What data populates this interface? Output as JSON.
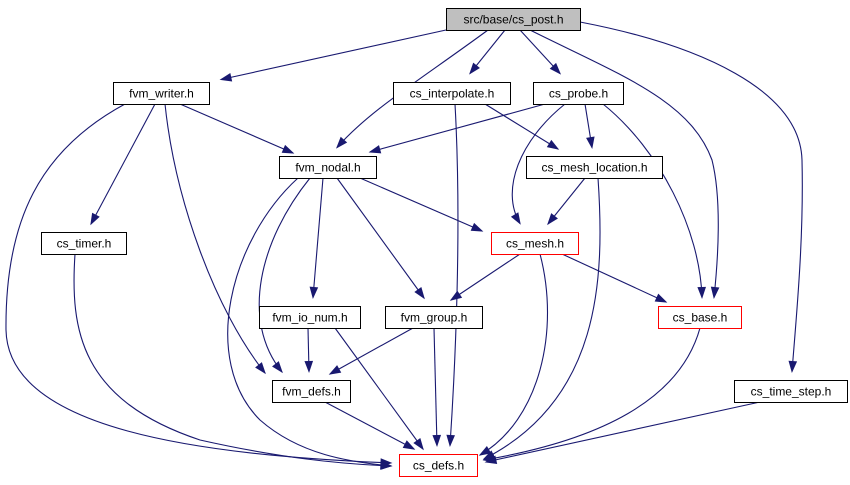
{
  "graph": {
    "title": "src/base/cs_post.h",
    "colors": {
      "edge": "#191970",
      "root_fill": "#bfbfbf",
      "normal_border": "#000000",
      "highlight_border": "#ff0000",
      "node_fill": "#ffffff"
    },
    "nodes": {
      "cs_post": {
        "label": "src/base/cs_post.h",
        "style": "root"
      },
      "fvm_writer": {
        "label": "fvm_writer.h",
        "style": "normal"
      },
      "cs_interpolate": {
        "label": "cs_interpolate.h",
        "style": "normal"
      },
      "cs_probe": {
        "label": "cs_probe.h",
        "style": "normal"
      },
      "fvm_nodal": {
        "label": "fvm_nodal.h",
        "style": "normal"
      },
      "cs_mesh_location": {
        "label": "cs_mesh_location.h",
        "style": "normal"
      },
      "cs_timer": {
        "label": "cs_timer.h",
        "style": "normal"
      },
      "cs_mesh": {
        "label": "cs_mesh.h",
        "style": "highlight"
      },
      "fvm_io_num": {
        "label": "fvm_io_num.h",
        "style": "normal"
      },
      "fvm_group": {
        "label": "fvm_group.h",
        "style": "normal"
      },
      "cs_base": {
        "label": "cs_base.h",
        "style": "highlight"
      },
      "fvm_defs": {
        "label": "fvm_defs.h",
        "style": "normal"
      },
      "cs_time_step": {
        "label": "cs_time_step.h",
        "style": "normal"
      },
      "cs_defs": {
        "label": "cs_defs.h",
        "style": "highlight"
      }
    },
    "edges": [
      {
        "from": "cs_post",
        "to": "fvm_writer"
      },
      {
        "from": "cs_post",
        "to": "cs_interpolate"
      },
      {
        "from": "cs_post",
        "to": "cs_probe"
      },
      {
        "from": "cs_post",
        "to": "fvm_nodal"
      },
      {
        "from": "cs_post",
        "to": "cs_base"
      },
      {
        "from": "cs_post",
        "to": "cs_time_step"
      },
      {
        "from": "fvm_writer",
        "to": "fvm_nodal"
      },
      {
        "from": "fvm_writer",
        "to": "cs_timer"
      },
      {
        "from": "fvm_writer",
        "to": "fvm_defs"
      },
      {
        "from": "fvm_writer",
        "to": "cs_defs"
      },
      {
        "from": "cs_interpolate",
        "to": "cs_mesh_location"
      },
      {
        "from": "cs_interpolate",
        "to": "cs_defs"
      },
      {
        "from": "cs_probe",
        "to": "fvm_nodal"
      },
      {
        "from": "cs_probe",
        "to": "cs_mesh_location"
      },
      {
        "from": "cs_probe",
        "to": "cs_mesh"
      },
      {
        "from": "cs_probe",
        "to": "cs_base"
      },
      {
        "from": "fvm_nodal",
        "to": "cs_mesh"
      },
      {
        "from": "fvm_nodal",
        "to": "fvm_io_num"
      },
      {
        "from": "fvm_nodal",
        "to": "fvm_group"
      },
      {
        "from": "fvm_nodal",
        "to": "fvm_defs"
      },
      {
        "from": "fvm_nodal",
        "to": "cs_defs"
      },
      {
        "from": "cs_mesh_location",
        "to": "cs_mesh"
      },
      {
        "from": "cs_mesh_location",
        "to": "cs_defs"
      },
      {
        "from": "cs_timer",
        "to": "cs_defs"
      },
      {
        "from": "cs_mesh",
        "to": "fvm_group"
      },
      {
        "from": "cs_mesh",
        "to": "cs_base"
      },
      {
        "from": "cs_mesh",
        "to": "cs_defs"
      },
      {
        "from": "fvm_io_num",
        "to": "fvm_defs"
      },
      {
        "from": "fvm_io_num",
        "to": "cs_defs"
      },
      {
        "from": "fvm_group",
        "to": "fvm_defs"
      },
      {
        "from": "fvm_group",
        "to": "cs_defs"
      },
      {
        "from": "cs_base",
        "to": "cs_defs"
      },
      {
        "from": "fvm_defs",
        "to": "cs_defs"
      },
      {
        "from": "cs_time_step",
        "to": "cs_defs"
      }
    ]
  }
}
